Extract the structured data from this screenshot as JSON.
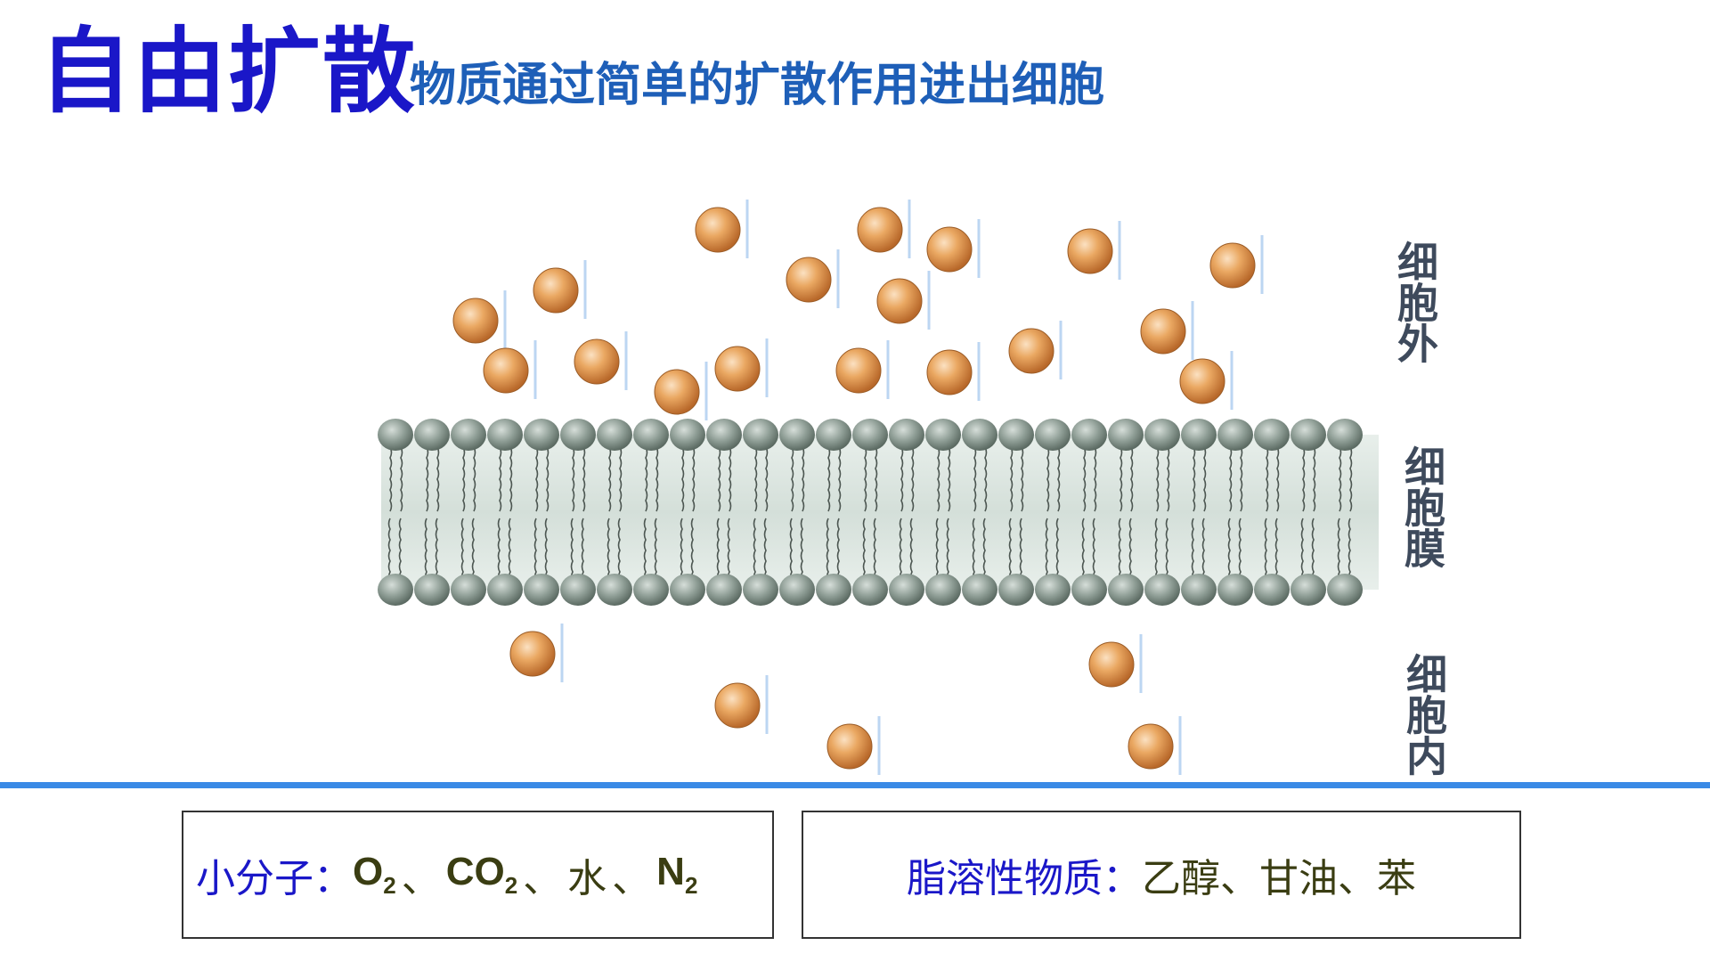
{
  "header": {
    "title": "自由扩散",
    "subtitle": "物质通过简单的扩散作用进出细胞"
  },
  "labels": {
    "outside": "细胞外",
    "membrane": "细胞膜",
    "inside": "细胞内"
  },
  "boxes": {
    "small_molecules": {
      "key": "小分子：",
      "items": [
        "O",
        "CO",
        "水",
        "N"
      ],
      "subscripts": [
        "2",
        "2",
        "",
        "2"
      ],
      "separator": "、"
    },
    "lipid_soluble": {
      "key": "脂溶性物质：",
      "value": "乙醇、甘油、苯"
    }
  },
  "colors": {
    "title": "#1a17c8",
    "subtitle": "#1e5fb8",
    "molecule": "#e39a52",
    "membrane_head": "#8f9e96",
    "membrane_fill": "#dfe8e3",
    "divider": "#3a8ae6"
  }
}
